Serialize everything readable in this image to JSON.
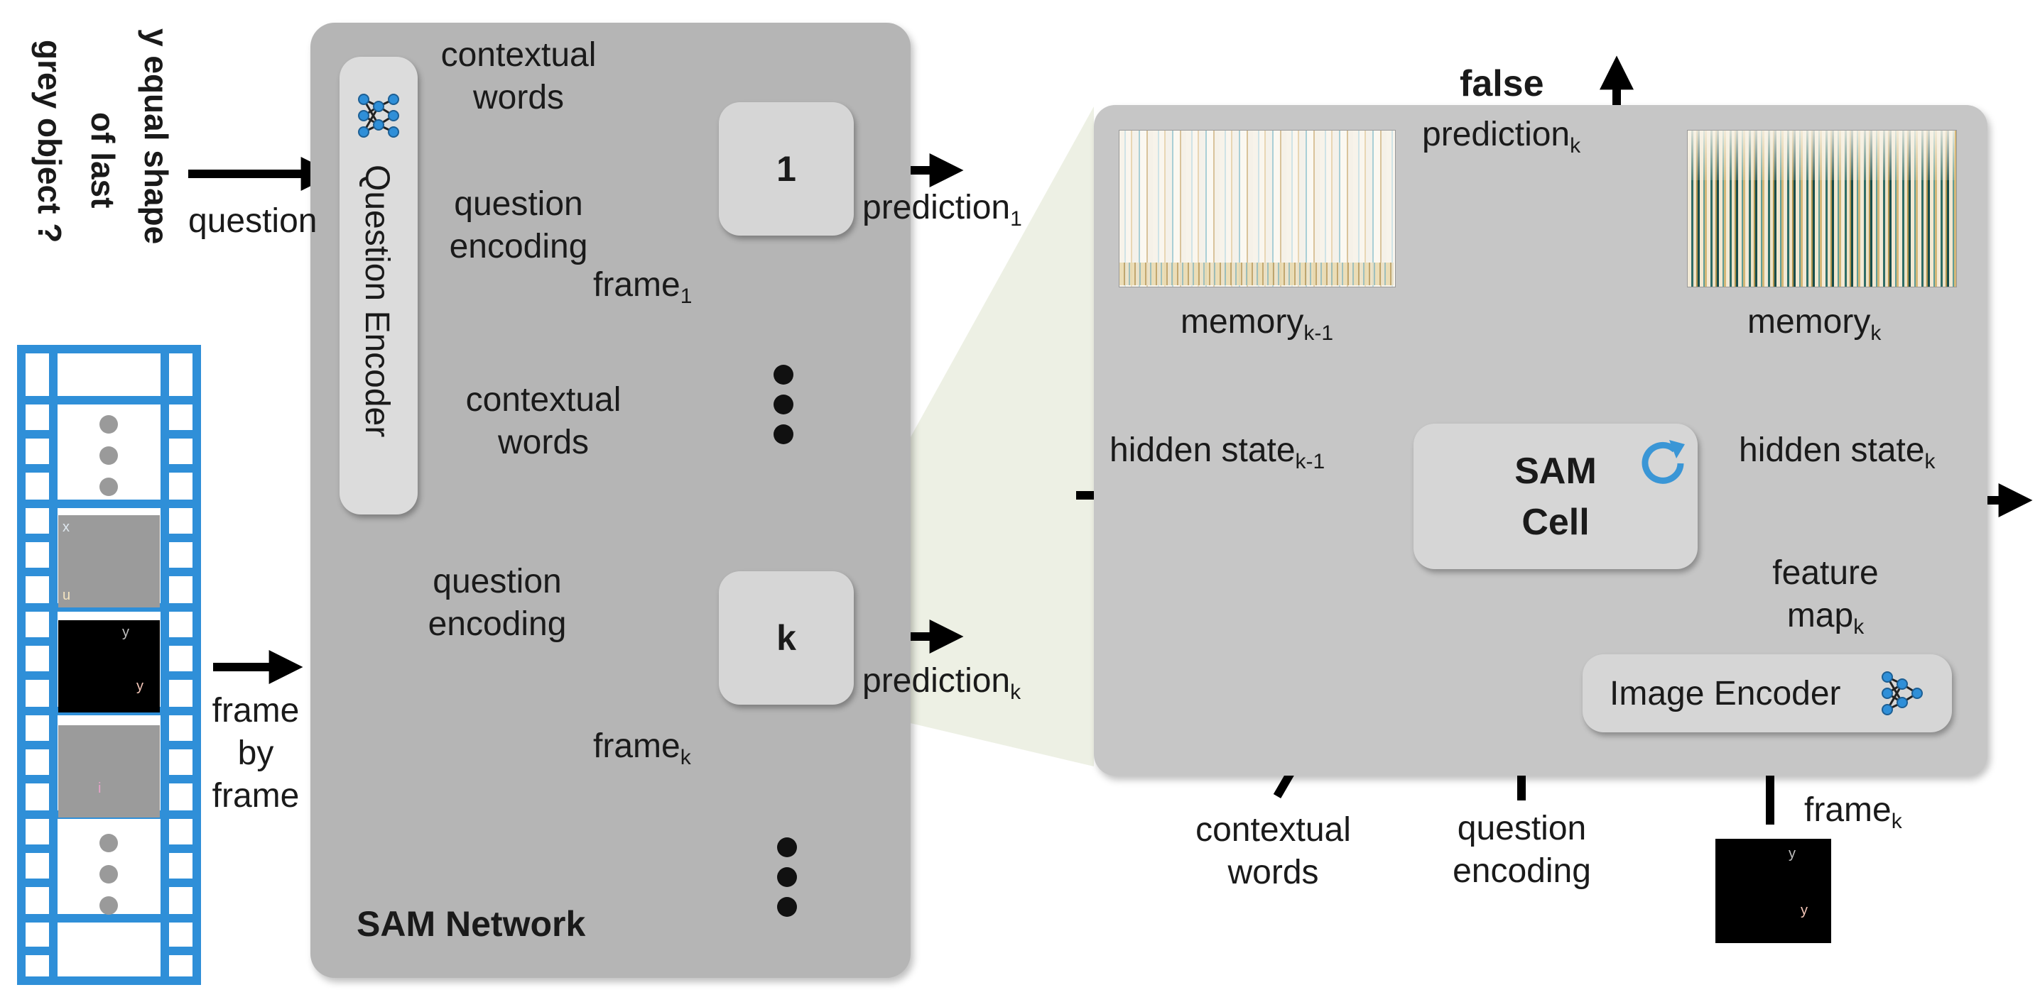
{
  "question_text": [
    "y equal shape",
    "of last",
    "grey object ?"
  ],
  "left": {
    "question_label": "question",
    "frame_by_frame": [
      "frame",
      "by",
      "frame"
    ],
    "film_frame_letters": {
      "f1_tl": "x",
      "f1_bl": "u",
      "f2_t": "y",
      "f2_b": "y",
      "f3_b": "i"
    }
  },
  "network": {
    "title": "SAM Network",
    "question_encoder_label": "Question Encoder",
    "contextual_words": [
      "contextual",
      "words"
    ],
    "question_encoding": [
      "question",
      "encoding"
    ],
    "cell1_label": "1",
    "cellk_label": "k",
    "frame1_base": "frame",
    "frame1_sub": "1",
    "framek_base": "frame",
    "framek_sub": "k",
    "prediction1_base": "prediction",
    "prediction1_sub": "1",
    "predictionk_base": "prediction",
    "predictionk_sub": "k"
  },
  "cell_detail": {
    "false_label": "false",
    "prediction_base": "prediction",
    "prediction_sub": "k",
    "memory_prev_base": "memory",
    "memory_prev_sub": "k-1",
    "memory_base": "memory",
    "memory_sub": "k",
    "hidden_prev_base": "hidden state",
    "hidden_prev_sub": "k-1",
    "hidden_base": "hidden state",
    "hidden_sub": "k",
    "sam_cell": [
      "SAM",
      "Cell"
    ],
    "feature_map": "feature",
    "feature_map_base": "map",
    "feature_map_sub": "k",
    "image_encoder_label": "Image Encoder",
    "contextual_words": [
      "contextual",
      "words"
    ],
    "question_encoding": [
      "question",
      "encoding"
    ],
    "frame_base": "frame",
    "frame_sub": "k",
    "frame_letters": {
      "t": "y",
      "b": "y"
    }
  },
  "colors": {
    "film_blue": "#2f8fd8",
    "panel_grey": "#b5b5b5",
    "detail_grey": "#c6c6c6",
    "refresh_blue": "#3a96d6"
  },
  "icons": [
    "neural-net-icon",
    "refresh-icon"
  ]
}
